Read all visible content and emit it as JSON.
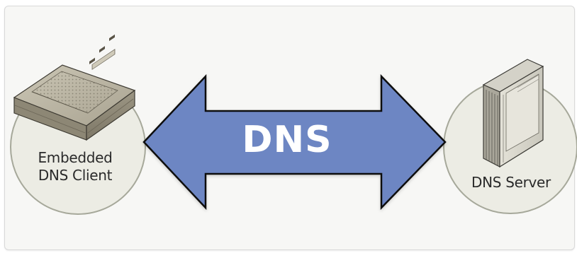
{
  "diagram": {
    "client": {
      "label_line1": "Embedded",
      "label_line2": "DNS Client",
      "icon": "embedded-device-icon"
    },
    "server": {
      "label": "DNS Server",
      "icon": "server-tower-icon"
    },
    "connection": {
      "label": "DNS",
      "direction": "bidirectional",
      "color": "#6d86c3"
    },
    "colors": {
      "panel_background": "#f7f7f5",
      "node_circle": "#ecece4",
      "node_circle_border": "#a6a89a",
      "arrow_fill": "#6d86c3",
      "arrow_border": "#111111",
      "label_text": "#2a2a2a"
    }
  }
}
